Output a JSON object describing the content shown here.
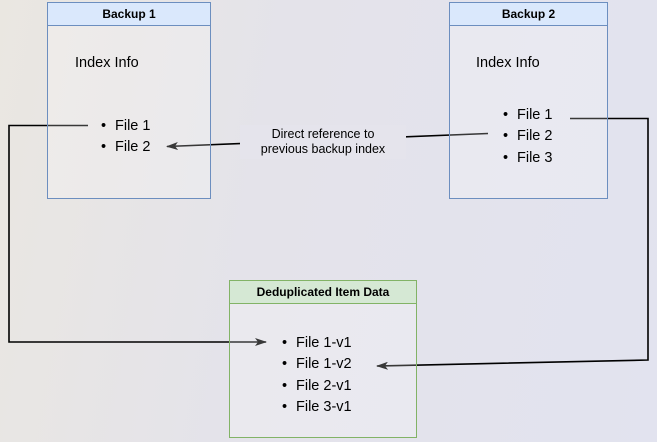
{
  "diagram": {
    "backup1": {
      "title": "Backup 1",
      "subtitle": "Index Info",
      "files": [
        "File 1",
        "File 2"
      ]
    },
    "backup2": {
      "title": "Backup 2",
      "subtitle": "Index Info",
      "files": [
        "File 1",
        "File 2",
        "File 3"
      ]
    },
    "dedup": {
      "title": "Deduplicated Item Data",
      "files": [
        "File 1-v1",
        "File 1-v2",
        "File 2-v1",
        "File 3-v1"
      ]
    },
    "edge_label": {
      "line1": "Direct reference to",
      "line2": "previous backup index"
    }
  },
  "colors": {
    "blue_box_border": "#6c8ebf",
    "blue_box_header": "#dae8fc",
    "green_box_border": "#82b366",
    "green_box_header": "#d5e8d4",
    "arrow": "#000000",
    "text": "#000000",
    "canvas_left": "#eae7e1",
    "canvas_right": "#e2e3ef"
  }
}
